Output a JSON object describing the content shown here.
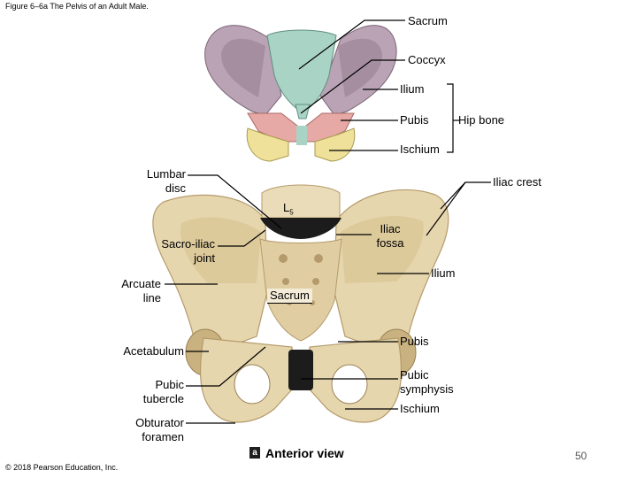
{
  "figure_title": "Figure 6–6a The Pelvis of an Adult Male.",
  "top_panel": {
    "labels": {
      "sacrum": "Sacrum",
      "coccyx": "Coccyx",
      "ilium": "Ilium",
      "pubis": "Pubis",
      "ischium": "Ischium",
      "hip_bone": "Hip bone"
    },
    "colors": {
      "ilium": "#b9a3b4",
      "sacrum": "#a9d3c4",
      "pubis": "#e6a9a5",
      "ischium": "#efe09a"
    }
  },
  "bottom_panel": {
    "labels": {
      "lumbar_disc_1": "Lumbar",
      "lumbar_disc_2": "disc",
      "l5": "L",
      "l5_sub": "5",
      "iliac_crest": "Iliac crest",
      "iliac_fossa_1": "Iliac",
      "iliac_fossa_2": "fossa",
      "sacroiliac_1": "Sacro-iliac",
      "sacroiliac_2": "joint",
      "ilium": "Ilium",
      "arcuate_1": "Arcuate",
      "arcuate_2": "line",
      "sacrum": "Sacrum",
      "pubis": "Pubis",
      "acetabulum": "Acetabulum",
      "pubic_tubercle_1": "Pubic",
      "pubic_tubercle_2": "tubercle",
      "pubic_symphysis_1": "Pubic",
      "pubic_symphysis_2": "symphysis",
      "ischium": "Ischium",
      "obturator_1": "Obturator",
      "obturator_2": "foramen"
    },
    "view_letter": "a",
    "view_label": "Anterior view",
    "colors": {
      "bone": "#e6d6ae",
      "bone_shadow": "#b59b6b",
      "disc": "#1c1c1c"
    }
  },
  "copyright": "© 2018 Pearson Education, Inc.",
  "page_number": "50"
}
